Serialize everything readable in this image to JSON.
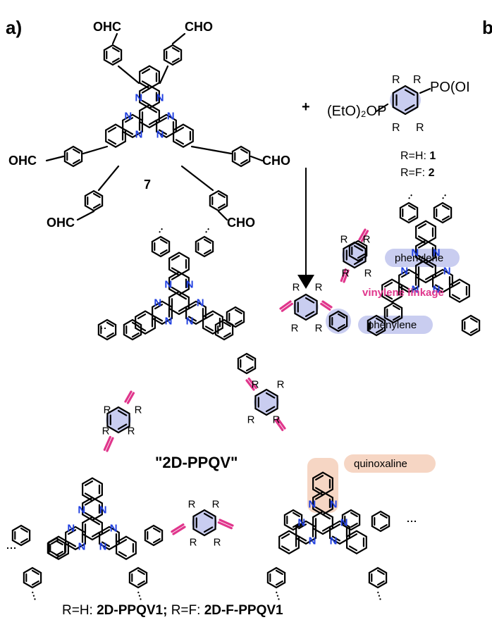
{
  "panel": {
    "label_a": "a)",
    "label_b": "b"
  },
  "monomer": {
    "cho_top_left": "OHC",
    "cho_top_right": "CHO",
    "cho_mid_left": "OHC",
    "cho_mid_right": "CHO",
    "cho_bottom_left": "OHC",
    "cho_bottom_right": "CHO",
    "number": "7"
  },
  "reagent": {
    "plus": "+",
    "left_group": "(EtO)₂OP",
    "right_group": "PO(OI",
    "r": "R",
    "variant_1_prefix": "R=H: ",
    "variant_1_number": "1",
    "variant_2_prefix": "R=F: ",
    "variant_2_number": "2"
  },
  "atoms": {
    "n": "N",
    "r": "R"
  },
  "polymer": {
    "title": "\"2D-PPQV\"",
    "tags": {
      "phenylene_1": "phenylene",
      "vinylene": "vinylene linkage",
      "phenylene_2": "phenylene",
      "quinoxaline": "quinoxaline"
    },
    "footer_h_prefix": "R=H: ",
    "footer_h_name": "2D-PPQV1;",
    "footer_f_prefix": " R=F: ",
    "footer_f_name": "2D-F-PPQV1"
  },
  "colors": {
    "nitrogen": "#1f3fe0",
    "vinylene": "#e0368c",
    "phenylene_highlight": "#c9cdf0",
    "quinoxaline_highlight": "#f6d6c4"
  }
}
